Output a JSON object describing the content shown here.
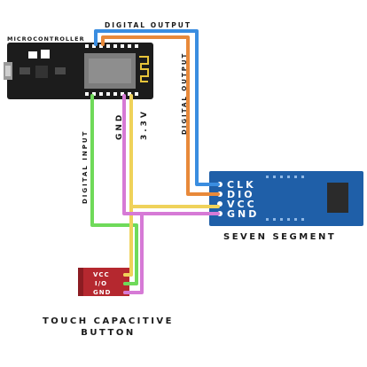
{
  "labels": {
    "microcontroller": "MICROCONTROLLER",
    "digital_output_top": "DIGITAL OUTPUT",
    "digital_output_side": "DIGITAL OUTPUT",
    "digital_input": "DIGITAL INPUT",
    "gnd": "GND",
    "v33": "3.3V",
    "seven_segment": "SEVEN SEGMENT",
    "touch_line1": "TOUCH CAPACITIVE",
    "touch_line2": "BUTTON"
  },
  "seven_segment_pins": [
    "CLK",
    "DIO",
    "VCC",
    "GND"
  ],
  "touch_pins": [
    "VCC",
    "I/O",
    "GND"
  ],
  "colors": {
    "blue_wire": "#3a8de0",
    "orange_wire": "#e8893a",
    "yellow_wire": "#efd25a",
    "magenta_wire": "#d67ad6",
    "green_wire": "#6fda5a",
    "board_dark": "#1c1c1c",
    "module_blue": "#1f5fa8",
    "touch_red": "#b5282f"
  }
}
